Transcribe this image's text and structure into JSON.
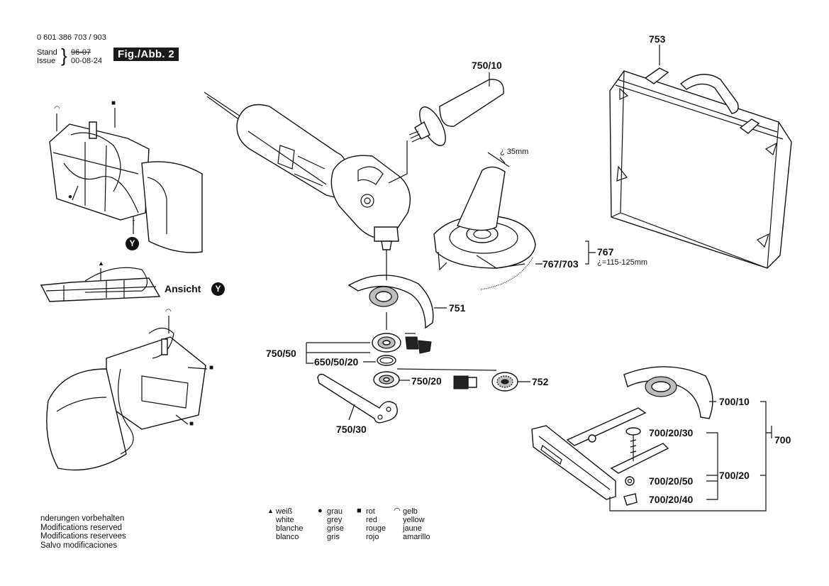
{
  "header": {
    "doc_number": "0 601 386 703 / 903",
    "stand_label": "Stand",
    "issue_label": "Issue",
    "stand_date": "96-07",
    "issue_date": "00-08-24",
    "fig_tag": "Fig./Abb. 2"
  },
  "view_y": {
    "ansicht_label": "Ansicht",
    "badge": "Y"
  },
  "parts": {
    "p753": "753",
    "p750_10": "750/10",
    "dim_35": "¿ 35mm",
    "p767": "767",
    "p767_703": "767/703",
    "range": "¿=115-125mm",
    "p751": "751",
    "p750_50": "750/50",
    "p650_50_20": "650/50/20",
    "p750_20": "750/20",
    "p752": "752",
    "p750_30": "750/30",
    "p700_10": "700/10",
    "p700": "700",
    "p700_20_30": "700/20/30",
    "p700_20_50": "700/20/50",
    "p700_20": "700/20",
    "p700_20_40": "700/20/40"
  },
  "legend": {
    "white": [
      "weiß",
      "white",
      "blanche",
      "blanco"
    ],
    "grey": [
      "grau",
      "grey",
      "grise",
      "gris"
    ],
    "red": [
      "rot",
      "red",
      "rouge",
      "rojo"
    ],
    "yellow": [
      "gelb",
      "yellow",
      "jaune",
      "amarillo"
    ]
  },
  "modifications": [
    "nderungen vorbehalten",
    "Modifications reserved",
    "Modifications reservees",
    "Salvo modificaciones"
  ],
  "colors": {
    "ink": "#111111",
    "paper": "#ffffff",
    "fill_gray": "#bdbdbd"
  }
}
